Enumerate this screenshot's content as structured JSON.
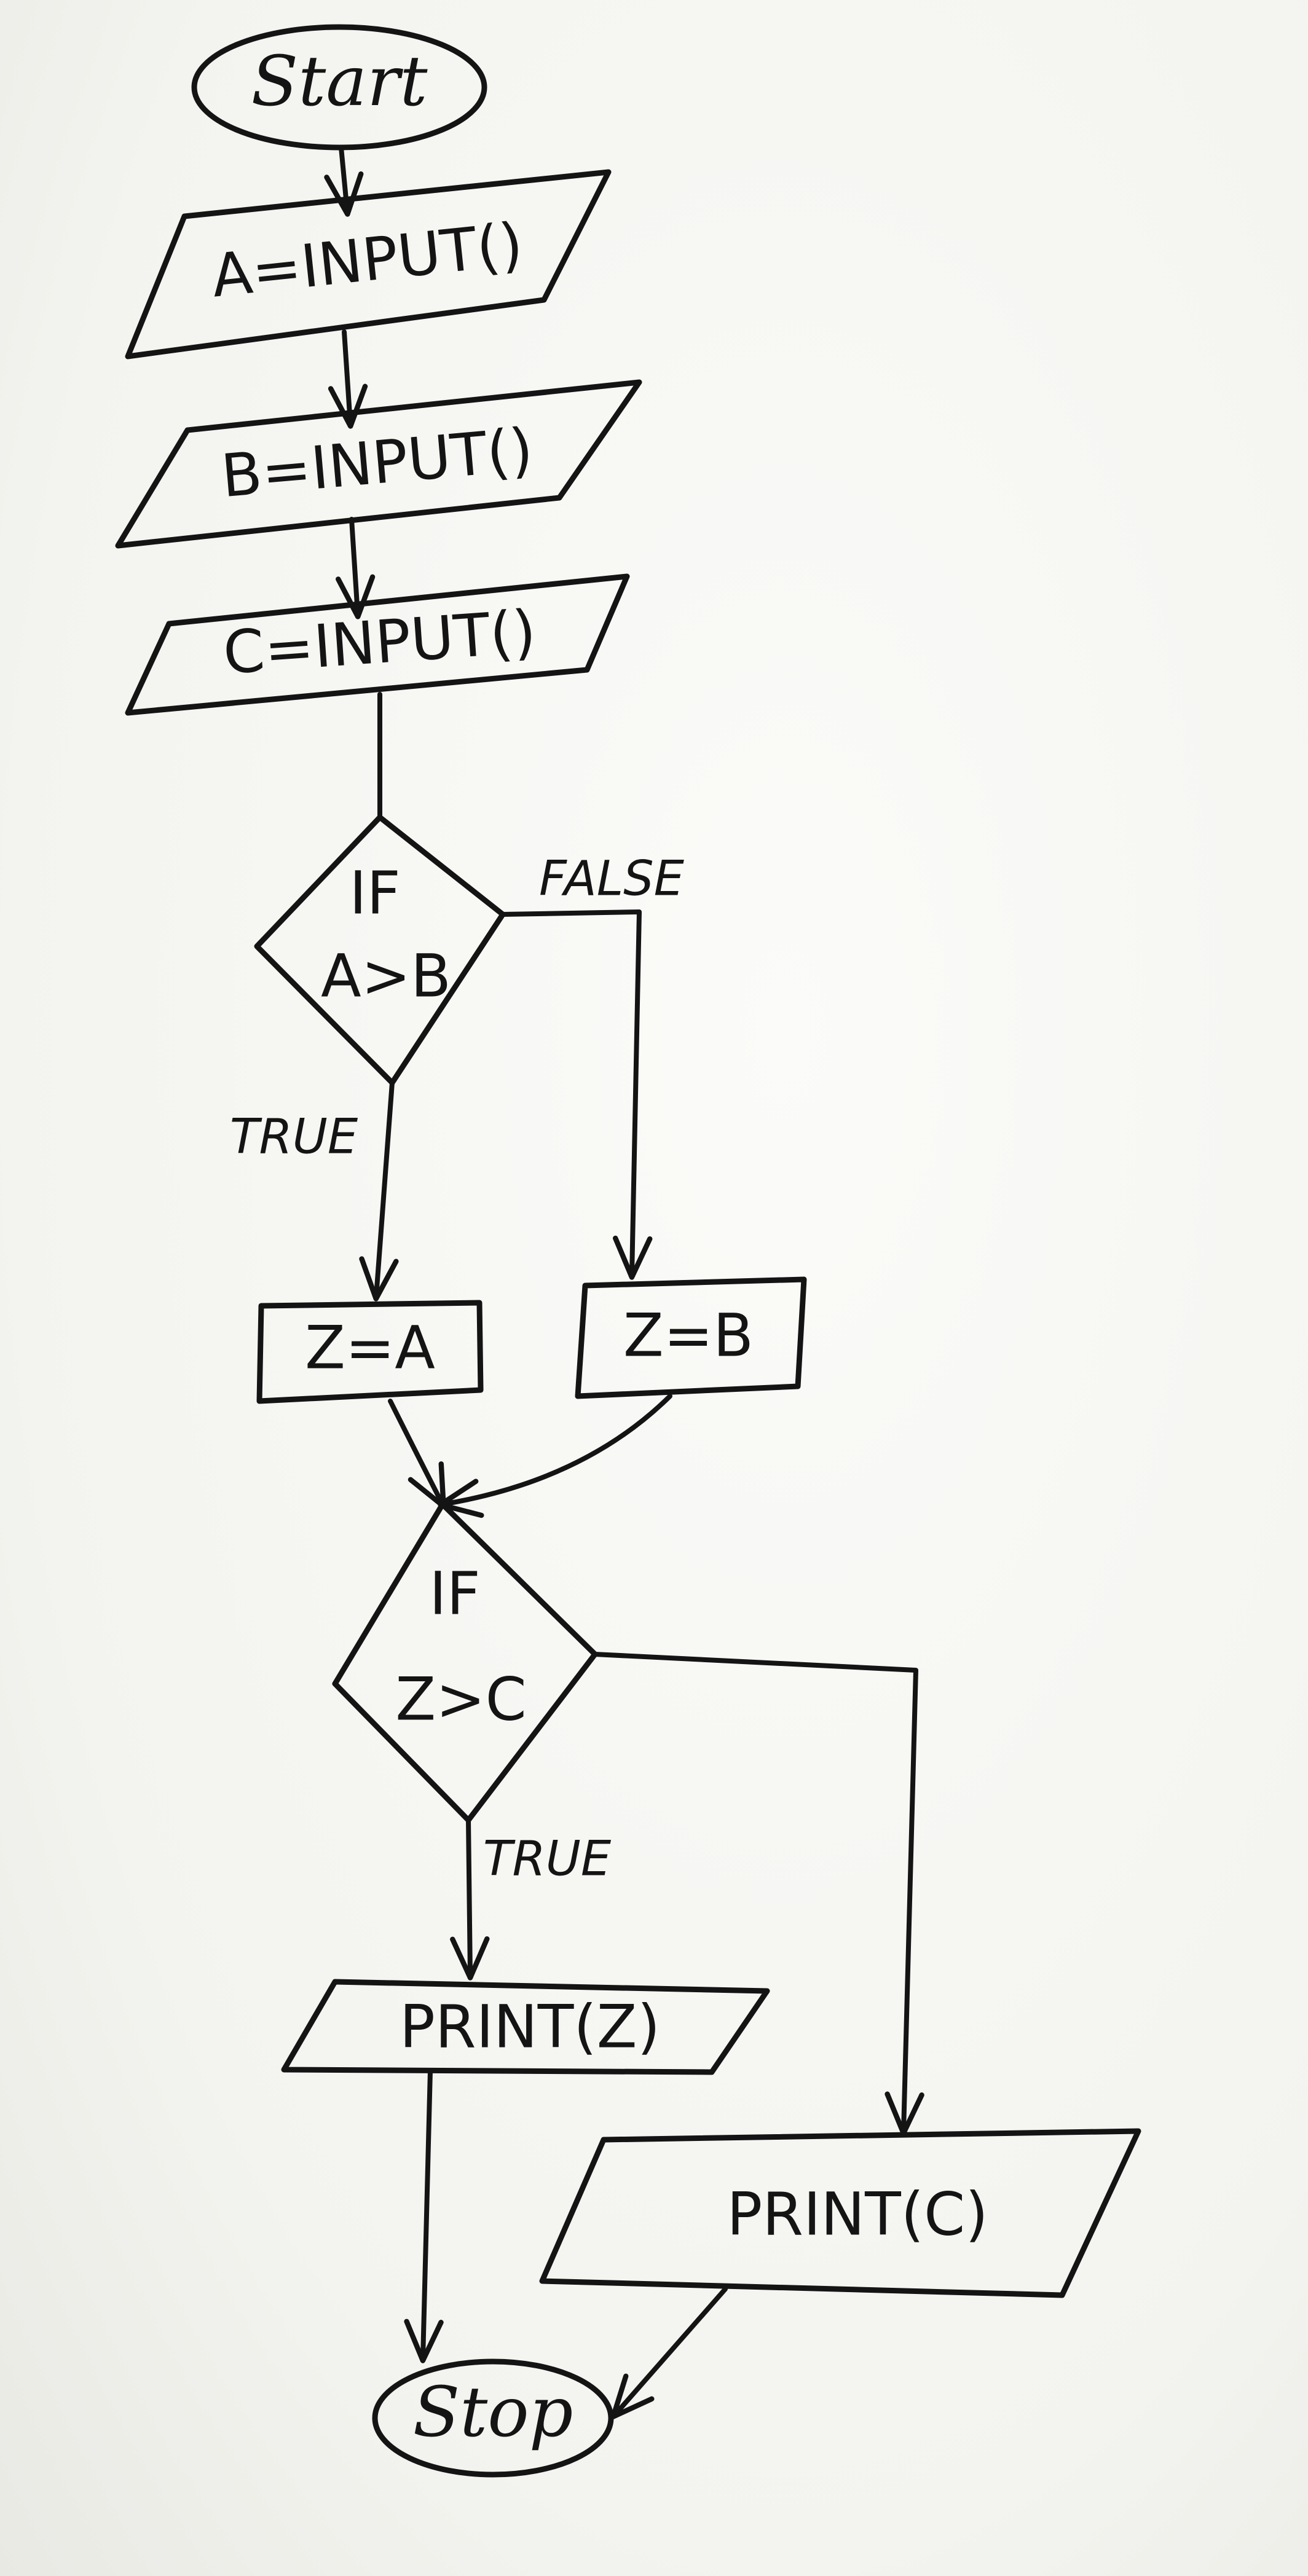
{
  "nodes": {
    "start": "Start",
    "input_a": "A=INPUT()",
    "input_b": "B=INPUT()",
    "input_c": "C=INPUT()",
    "if_ab_line1": "IF",
    "if_ab_line2": "A>B",
    "assign_za": "Z=A",
    "assign_zb": "Z=B",
    "if_zc_line1": "IF",
    "if_zc_line2": "Z>C",
    "print_z": "PRINT(Z)",
    "print_c": "PRINT(C)",
    "stop": "Stop"
  },
  "edges": {
    "ab_false": "FALSE",
    "ab_true": "TRUE",
    "zc_true": "TRUE"
  },
  "colors": {
    "ink": "#141414",
    "paper": "#f6f6f3"
  }
}
